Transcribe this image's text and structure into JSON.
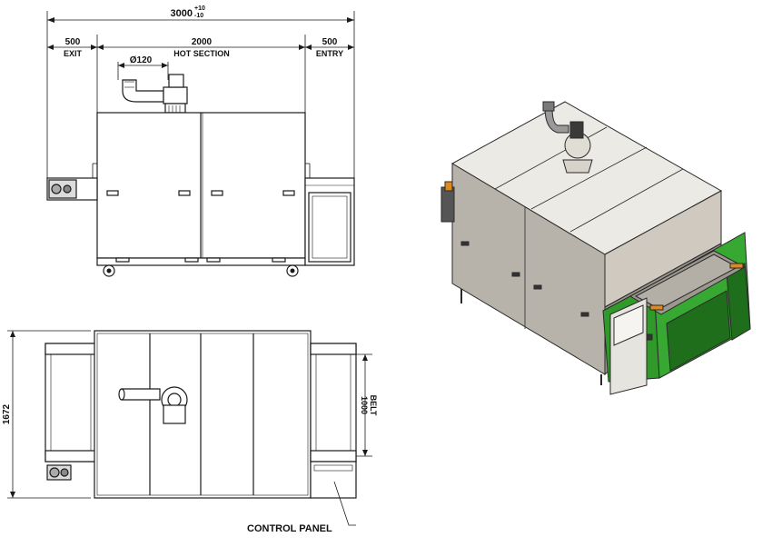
{
  "dimensions": {
    "overall_length": "3000",
    "tolerance_plus": "+10",
    "tolerance_minus": "-10",
    "exit_length": "500",
    "exit_label": "EXIT",
    "hot_length": "2000",
    "hot_label": "HOT SECTION",
    "entry_length": "500",
    "entry_label": "ENTRY",
    "duct_diameter": "Ø120",
    "overall_width": "1672",
    "belt_width": "1000",
    "belt_label": "BELT"
  },
  "callouts": {
    "control_panel": "CONTROL PANEL"
  },
  "colors": {
    "line": "#1a1a1a",
    "panel_light": "#e9e6df",
    "panel_mid": "#cfc9bf",
    "panel_dark": "#8f8a82",
    "frame_green": "#2f9a2a",
    "frame_green_dark": "#1f6e1c",
    "accent_orange": "#e08a1a"
  }
}
